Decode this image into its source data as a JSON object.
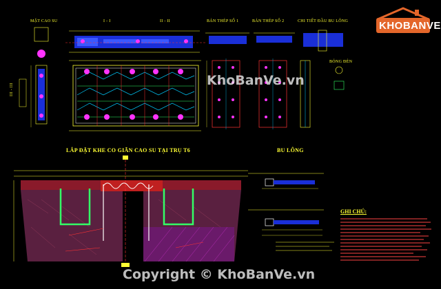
{
  "drawing": {
    "labels": {
      "mat_cao_su": "MẶT CAO SU",
      "sec_1": "I - I",
      "sec_2": "II - II",
      "ban_thep_1": "BẢN THÉP SỐ 1",
      "ban_thep_2": "BẢN THÉP SỐ 2",
      "chi_tiet": "CHI TIẾT ĐẦU BU LÔNG",
      "bong_den": "BÓNG ĐÈN",
      "main_title": "LẮP ĐẶT KHE CO GIÃN CAO SU TẠI TRỤ T6",
      "bu_long": "BU LÔNG",
      "notes_title": "GHI CHÚ:",
      "side_label": "III - III"
    }
  },
  "logo": {
    "text": "KHOBANVE",
    "brand_color": "#e4662a"
  },
  "watermark": {
    "mid": "KhoBanVe.vn",
    "bottom": "Copyright © KhoBanVe.vn"
  }
}
